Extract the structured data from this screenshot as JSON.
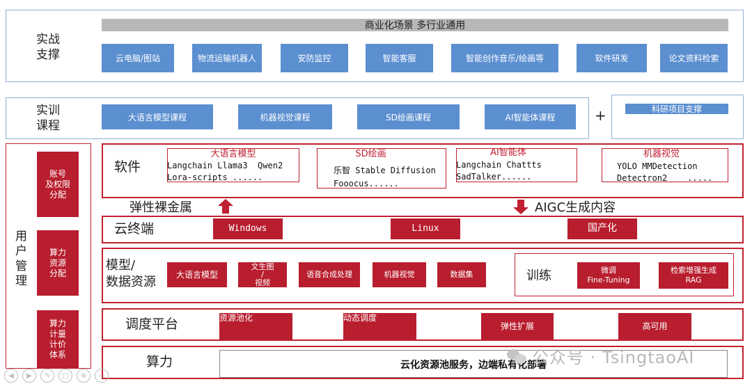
{
  "combat": {
    "label": "实战\n支撑",
    "banner": "商业化场景  多行业通用",
    "items": [
      "云电脑/图站",
      "物流运输机器人",
      "安防监控",
      "智能客服",
      "智能创作音乐/绘画等",
      "软件研发",
      "论文资料检索"
    ]
  },
  "training": {
    "label": "实训\n课程",
    "items": [
      "大语言模型课程",
      "机器视觉课程",
      "SD绘画课程",
      "AI智能体课程"
    ],
    "plus": "+",
    "research": "科研项目支撑"
  },
  "user_mgmt": {
    "label": "用\n户\n管\n理",
    "items": [
      "账号\n及权限\n分配",
      "算力\n资源\n分配",
      "算力\n计量\n计价\n体系"
    ]
  },
  "software": {
    "label": "软件",
    "boxes": [
      {
        "title": "大语言模型",
        "body": "Langchain Llama3  Qwen2\nLora-scripts ......"
      },
      {
        "title": "SD绘画",
        "body": "乐智 Stable Diffusion\nFooocus......"
      },
      {
        "title": "AI智能体",
        "body": "Langchain Chattts\nSadTalker......"
      },
      {
        "title": "机器视觉",
        "body": "YOLO MMDetection\nDetectron2    ....."
      }
    ]
  },
  "elastic": {
    "left": "弹性裸金属",
    "right": "AIGC生成内容"
  },
  "cloud_terminal": {
    "label": "云终端",
    "items": [
      "Windows",
      "Linux",
      "国产化"
    ]
  },
  "model_data": {
    "label": "模型/\n数据资源",
    "items": [
      "大语言模型",
      "文生图\n/\n视频",
      "语音合成处理",
      "机器视觉",
      "数据集"
    ],
    "train_label": "训练",
    "train_items": [
      "微调\nFine-Tuning",
      "检索增强生成\nRAG"
    ]
  },
  "scheduling": {
    "label": "调度平台",
    "items": [
      "资源池化",
      "动态调度",
      "弹性扩展",
      "高可用"
    ]
  },
  "compute": {
    "label": "算力",
    "bar": "云化资源池服务，边端私有化部署"
  },
  "watermark": "公众号 · TsingtaoAI",
  "colors": {
    "blue": "#5b8fd0",
    "red": "#b81e2e",
    "gray": "#b8b8b8"
  }
}
